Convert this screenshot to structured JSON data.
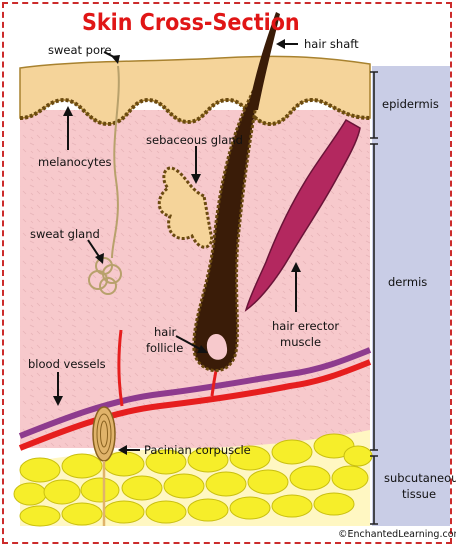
{
  "title": "Skin Cross-Section",
  "credit": "©EnchantedLearning.com",
  "labels": {
    "sweat_pore": "sweat pore",
    "hair_shaft": "hair shaft",
    "epidermis": "epidermis",
    "melanocytes": "melanocytes",
    "sebaceous_gland": "sebaceous gland",
    "sweat_gland": "sweat gland",
    "dermis": "dermis",
    "hair_follicle_1": "hair",
    "hair_follicle_2": "follicle",
    "hair_erector_1": "hair erector",
    "hair_erector_2": "muscle",
    "blood_vessels": "blood vessels",
    "pacinian_corpuscle": "Pacinian corpuscle",
    "subcutaneous_1": "subcutaneous",
    "subcutaneous_2": "tissue"
  },
  "colors": {
    "title": "#e01616",
    "epidermis": "#f5d49a",
    "dermis": "#f7c9cc",
    "fat": "#f6ee2a",
    "hair": "#3a1c08",
    "muscle": "#b3285f",
    "artery": "#e61e1e",
    "vein": "#8e3b8e",
    "border": "#cc2b2b",
    "side_panel": "#c9cde6"
  }
}
